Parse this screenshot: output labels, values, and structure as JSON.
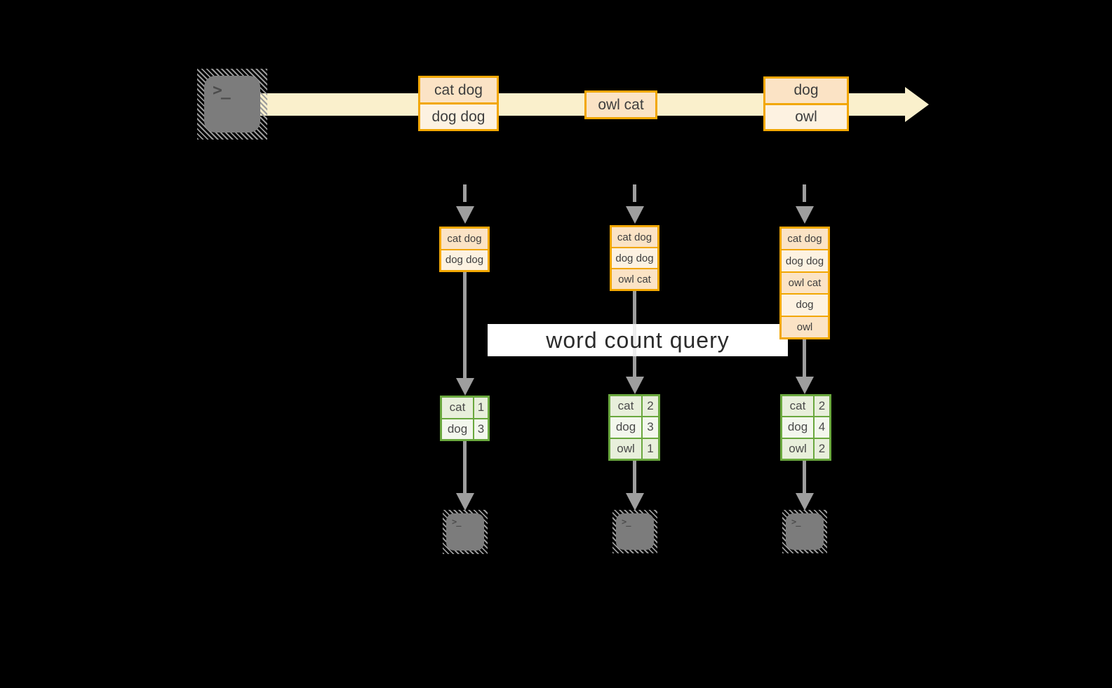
{
  "query_label": "word count query",
  "terminal_prompt": ">_",
  "stream": {
    "batches": [
      {
        "items": [
          "cat dog",
          "dog dog"
        ]
      },
      {
        "items": [
          "owl cat"
        ]
      },
      {
        "items": [
          "dog",
          "owl"
        ]
      }
    ]
  },
  "columns": [
    {
      "state": [
        "cat dog",
        "dog dog"
      ],
      "counts": [
        {
          "word": "cat",
          "value": 1
        },
        {
          "word": "dog",
          "value": 3
        }
      ]
    },
    {
      "state": [
        "cat dog",
        "dog dog",
        "owl cat"
      ],
      "counts": [
        {
          "word": "cat",
          "value": 2
        },
        {
          "word": "dog",
          "value": 3
        },
        {
          "word": "owl",
          "value": 1
        }
      ]
    },
    {
      "state": [
        "cat dog",
        "dog dog",
        "owl cat",
        "dog",
        "owl"
      ],
      "counts": [
        {
          "word": "cat",
          "value": 2
        },
        {
          "word": "dog",
          "value": 4
        },
        {
          "word": "owl",
          "value": 2
        }
      ]
    }
  ],
  "colors": {
    "accent_orange": "#F2A702",
    "cell_peach": "#FBE3C5",
    "cell_cream": "#FDF2E1",
    "stream_band": "#FAF0CC",
    "green_border": "#6AA83E",
    "green_cell_dark": "#E8EFDB",
    "green_cell_light": "#F3F7ED",
    "arrow_gray": "#9E9E9E",
    "terminal_gray": "#7C7C7C"
  }
}
